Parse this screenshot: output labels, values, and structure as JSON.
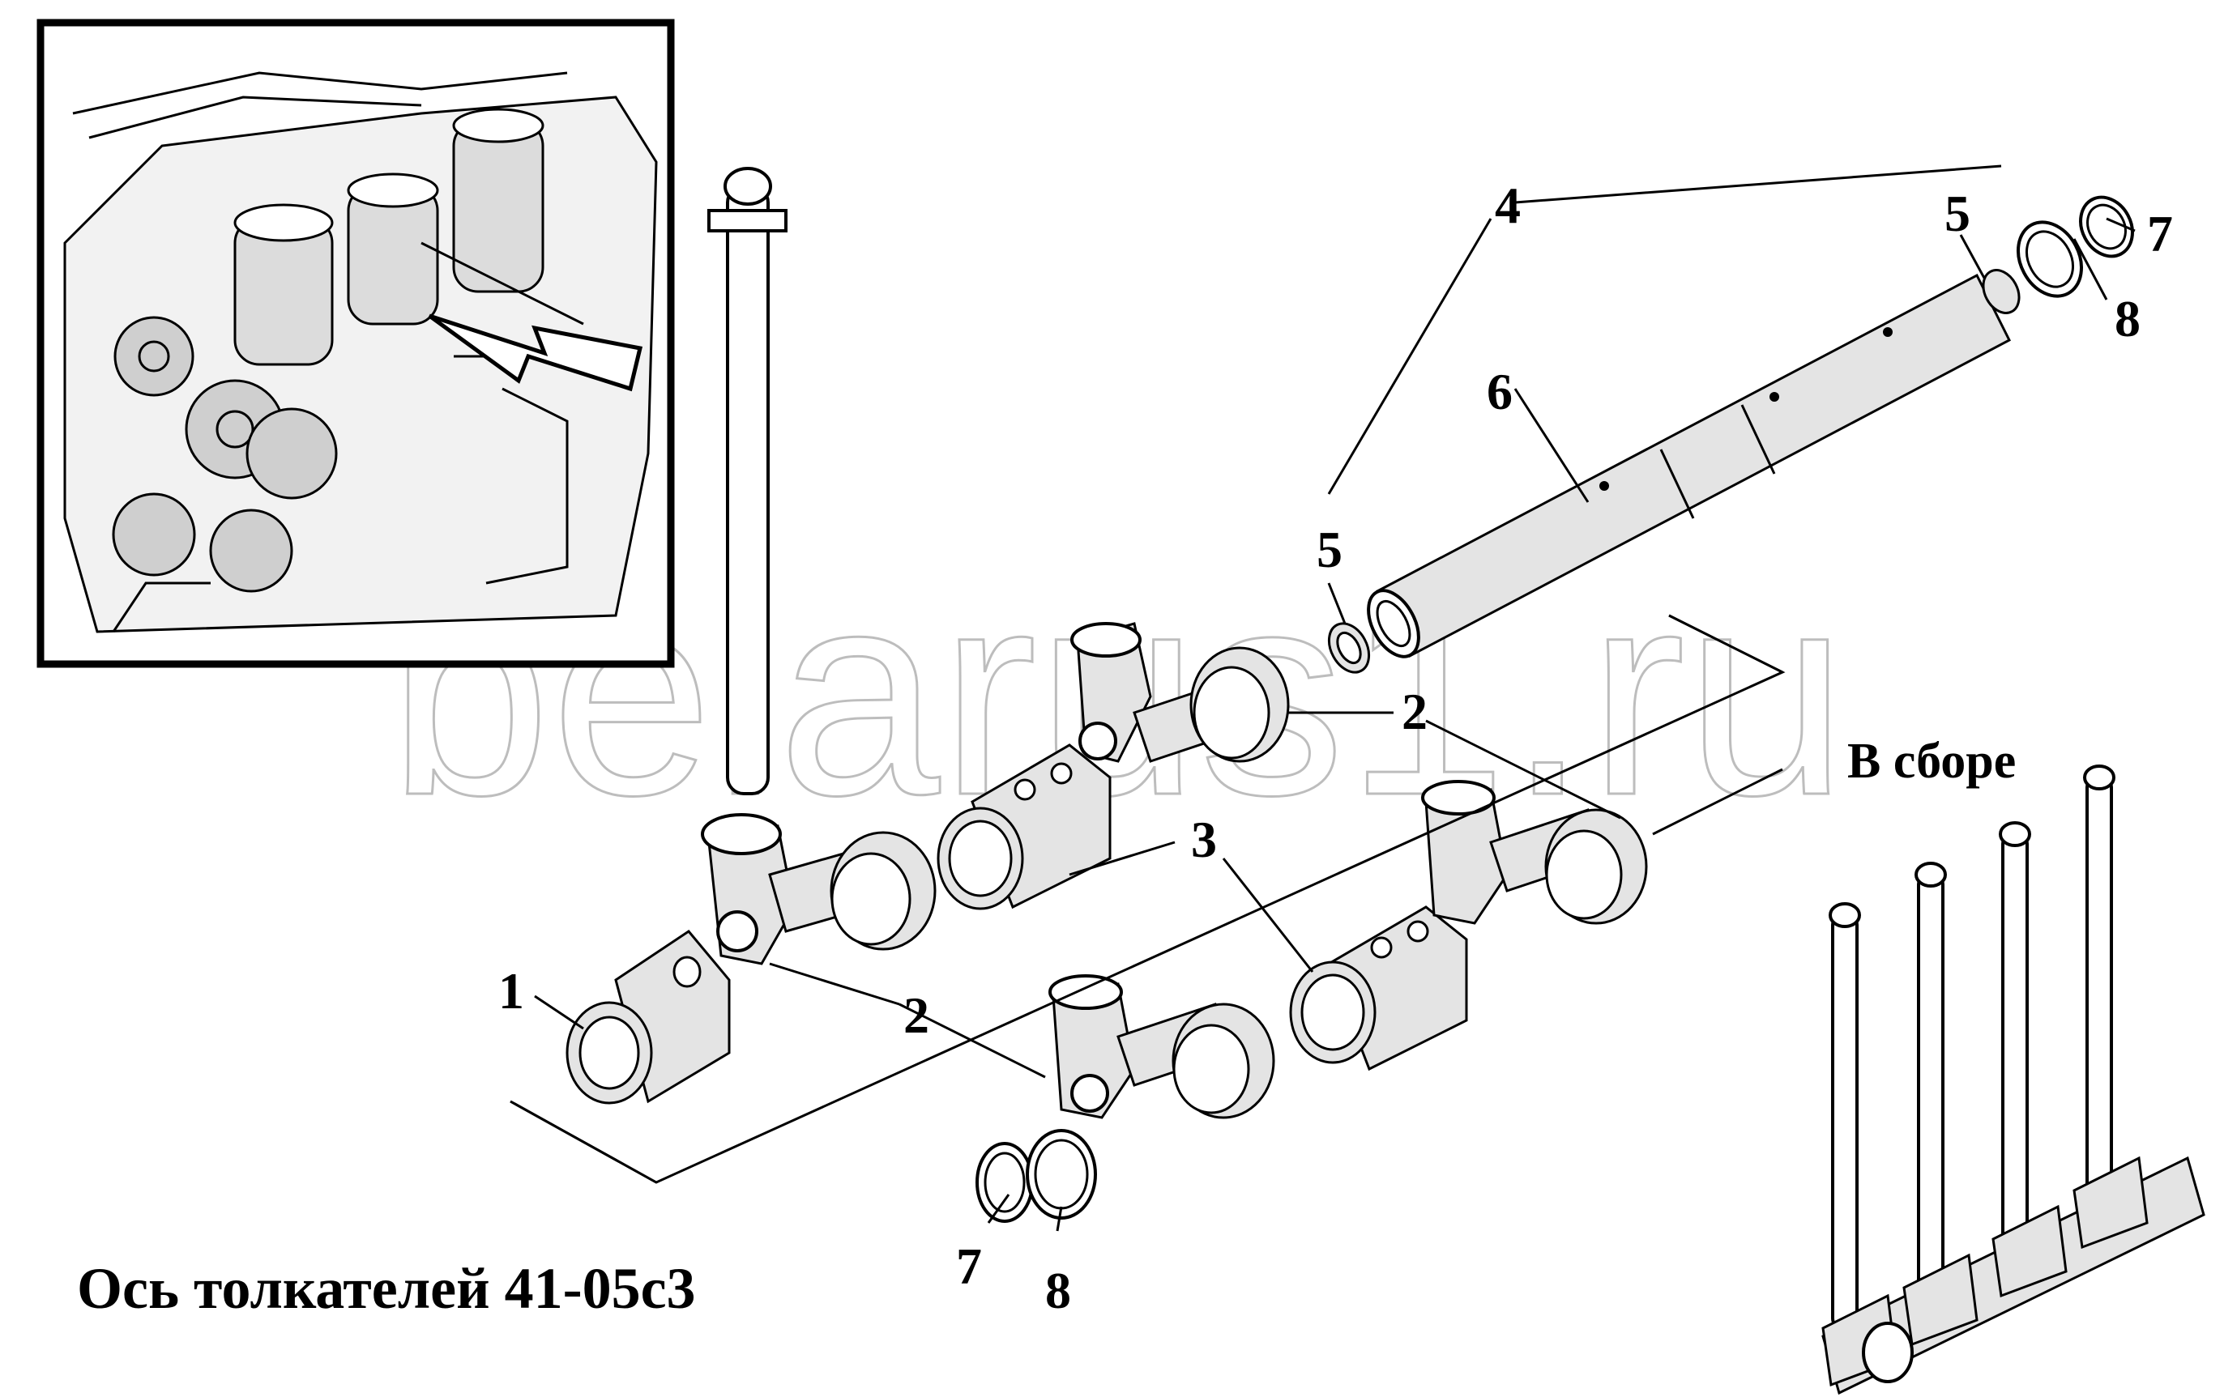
{
  "title": "Ось толкателей 41-05с3",
  "assembled_label": "В сборе",
  "watermark": "belarus1.ru",
  "callouts": [
    {
      "id": "1",
      "text": "1"
    },
    {
      "id": "2a",
      "text": "2"
    },
    {
      "id": "2b",
      "text": "2"
    },
    {
      "id": "3",
      "text": "3"
    },
    {
      "id": "4",
      "text": "4"
    },
    {
      "id": "5a",
      "text": "5"
    },
    {
      "id": "5b",
      "text": "5"
    },
    {
      "id": "6",
      "text": "6"
    },
    {
      "id": "7a",
      "text": "7"
    },
    {
      "id": "7b",
      "text": "7"
    },
    {
      "id": "8a",
      "text": "8"
    },
    {
      "id": "8b",
      "text": "8"
    }
  ]
}
